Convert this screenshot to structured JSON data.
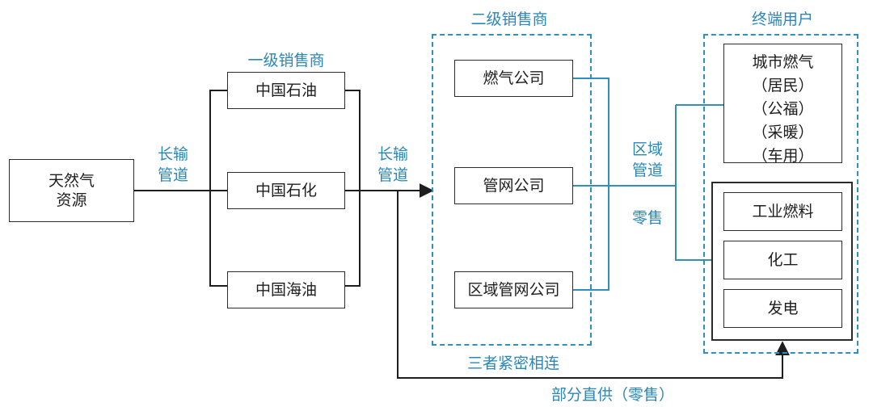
{
  "nodes": {
    "resource": "天然气\n资源",
    "petrochina": "中国石油",
    "sinopec": "中国石化",
    "cnooc": "中国海油",
    "gas_company": "燃气公司",
    "pipeline_company": "管网公司",
    "regional_pipeline_company": "区域管网公司",
    "urban_gas": {
      "title": "城市燃气",
      "items": [
        "（居民）",
        "（公福）",
        "（采暖）",
        "（车用）"
      ]
    },
    "industrial_fuel": "工业燃料",
    "chemical": "化工",
    "power": "发电"
  },
  "labels": {
    "tier1": "一级销售商",
    "tier2": "二级销售商",
    "end_users": "终端用户",
    "long_pipeline_1": [
      "长输",
      "管道"
    ],
    "long_pipeline_2": [
      "长输",
      "管道"
    ],
    "regional_pipeline": [
      "区域",
      "管道"
    ],
    "retail": "零售",
    "closely_linked": "三者紧密相连",
    "direct_supply": "部分直供（零售）"
  },
  "colors": {
    "accent": "#2f8fbd",
    "line_dark": "#1e1e1e",
    "text": "#1e1e1e"
  }
}
